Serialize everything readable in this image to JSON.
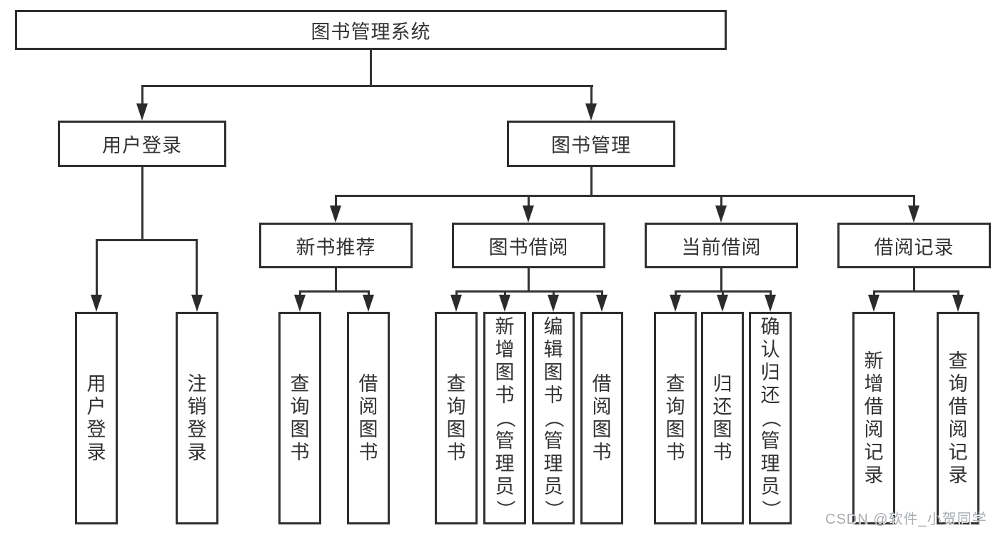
{
  "diagram": {
    "title": "图书管理系统",
    "level2": [
      "用户登录",
      "图书管理"
    ],
    "level3": [
      "新书推荐",
      "图书借阅",
      "当前借阅",
      "借阅记录"
    ],
    "leaves_user_login": [
      "用户登录",
      "注销登录"
    ],
    "leaves_new_book": [
      "查询图书",
      "借阅图书"
    ],
    "leaves_borrowing": [
      "查询图书",
      "新增图书（管理员）",
      "编辑图书（管理员）",
      "借阅图书"
    ],
    "leaves_current": [
      "查询图书",
      "归还图书",
      "确认归还（管理员）"
    ],
    "leaves_records": [
      "新增借阅记录",
      "查询借阅记录"
    ]
  },
  "watermark": {
    "text": "CSDN @软件_小贺同学"
  },
  "colors": {
    "box_border": "#2f2f2f",
    "connector": "#333333",
    "text": "#333333",
    "watermark": "#a9adb2",
    "background": "#ffffff"
  }
}
